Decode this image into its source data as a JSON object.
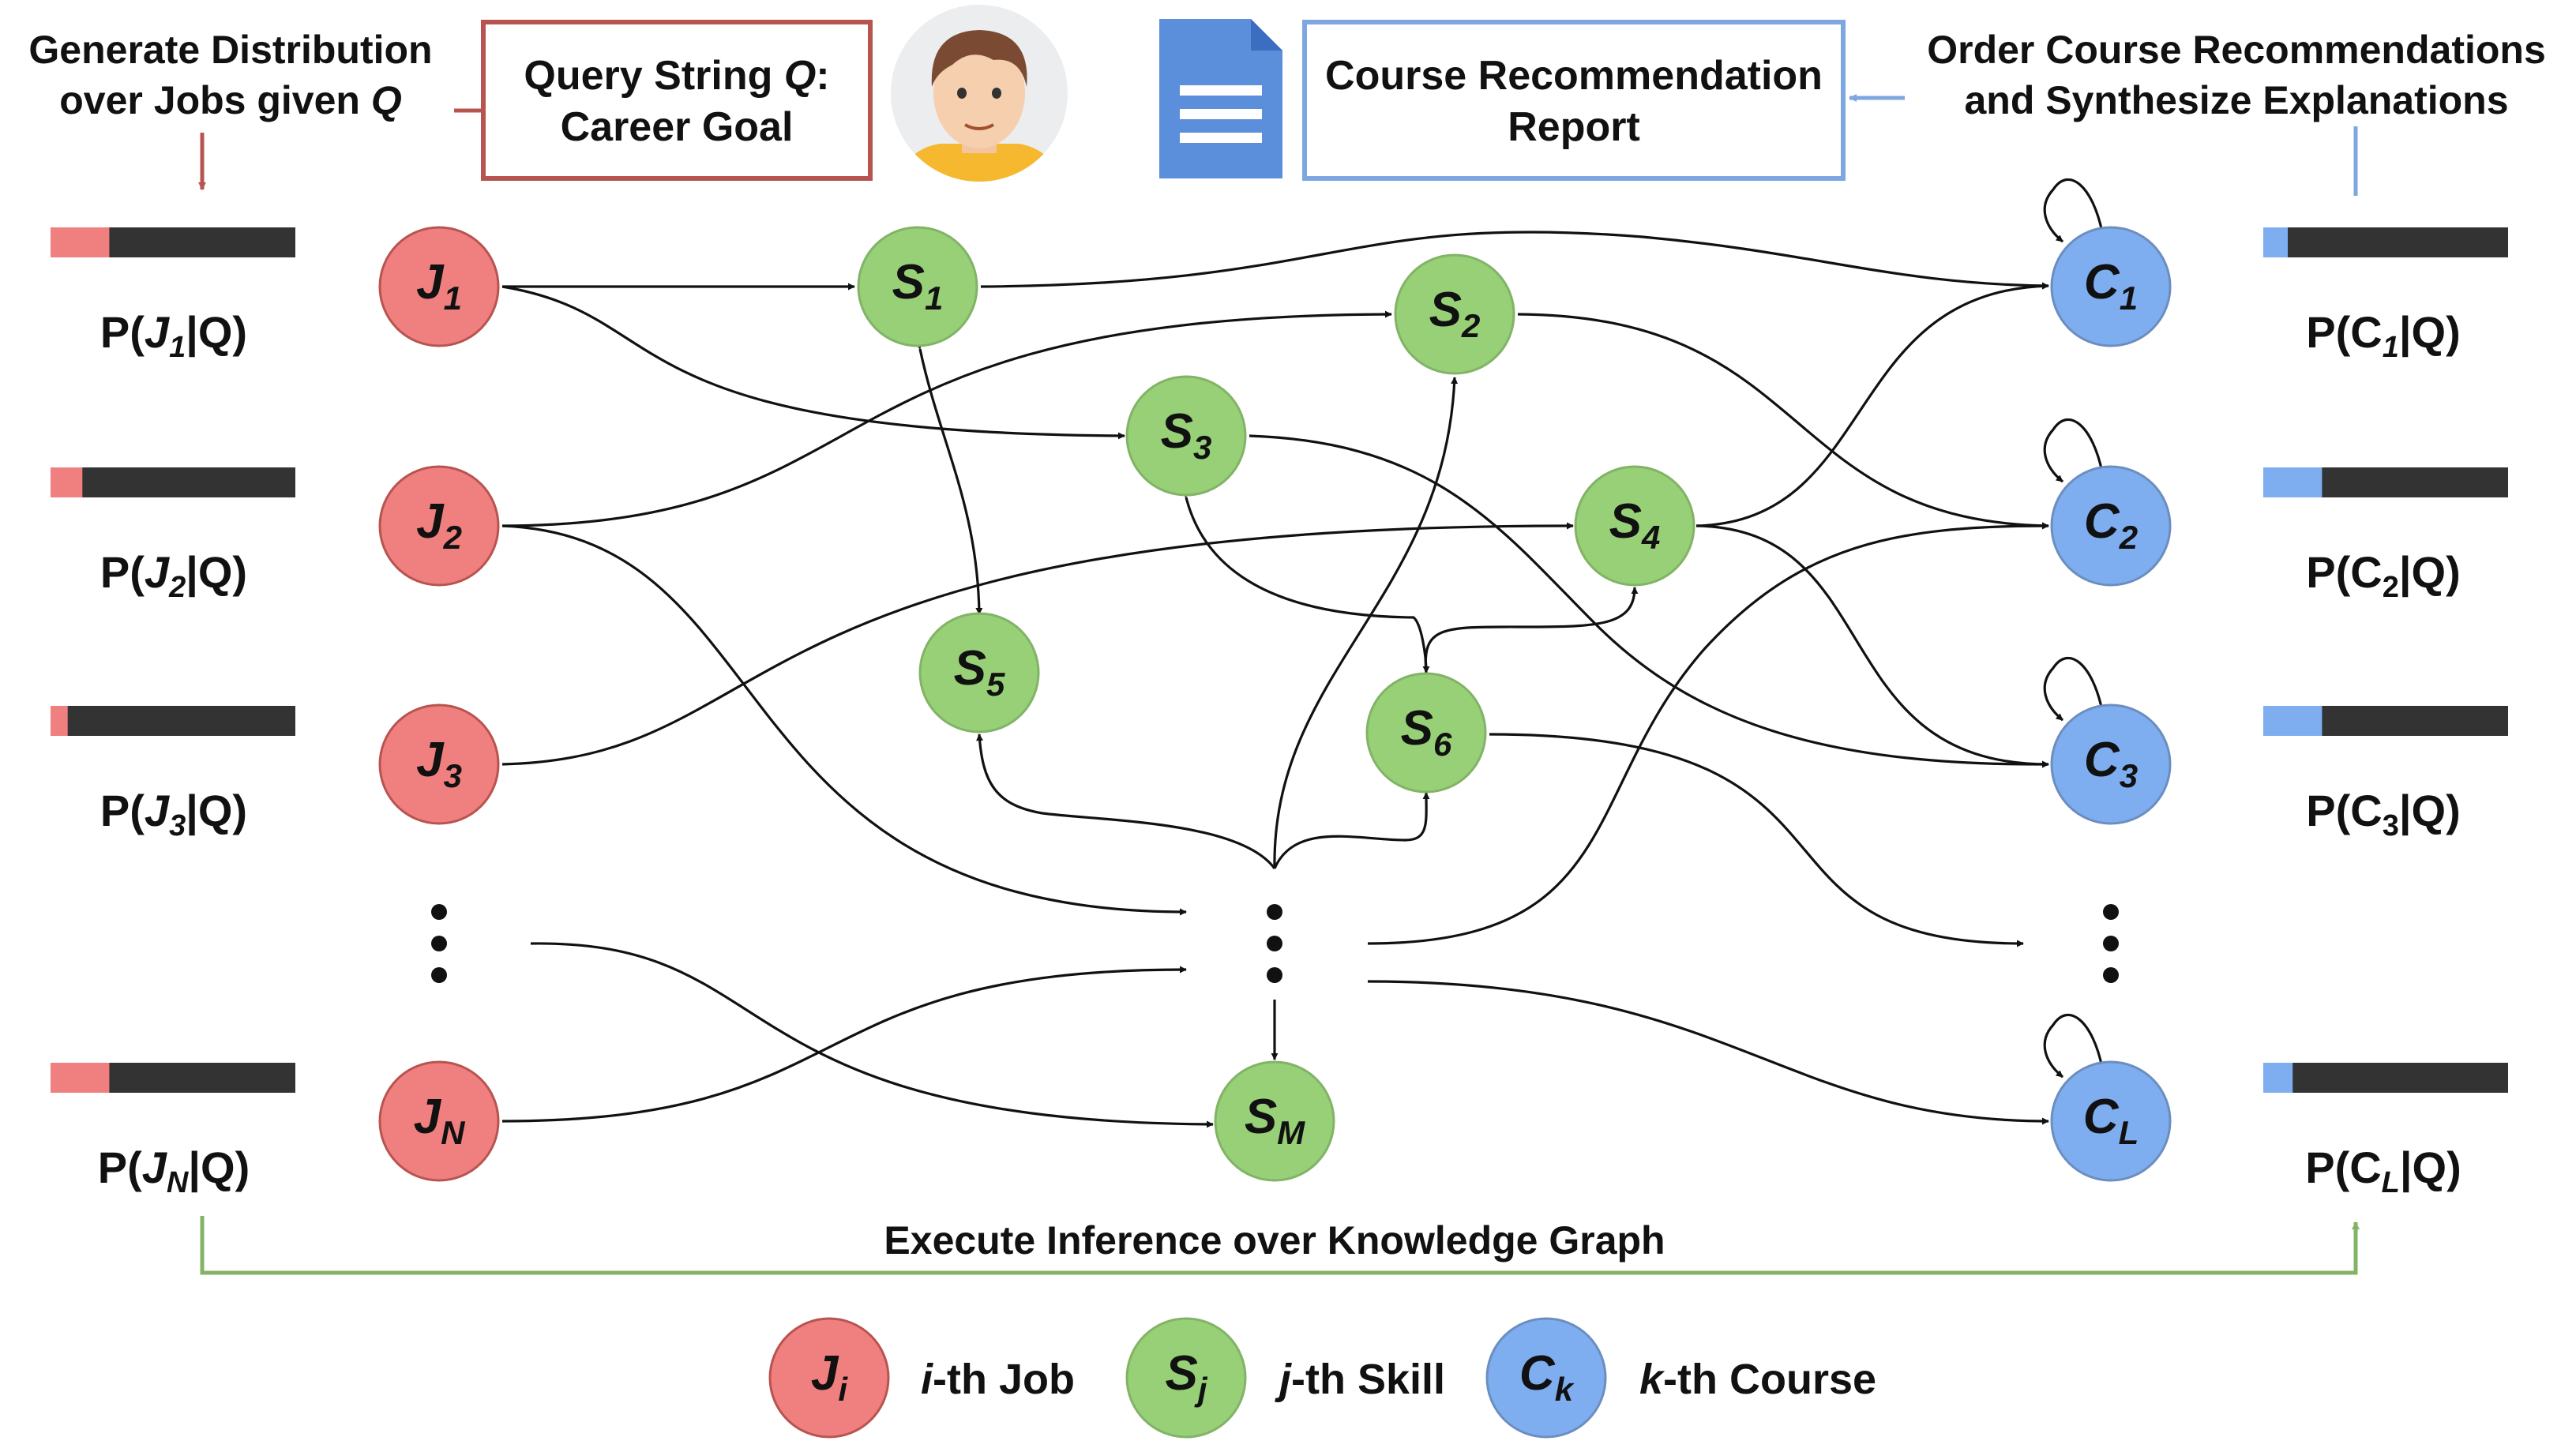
{
  "colors": {
    "job": "#f08080",
    "job_stroke": "#b85450",
    "skill": "#97d077",
    "skill_stroke": "#82b366",
    "course": "#7eaef0",
    "course_stroke": "#6c8ebf",
    "query_box": "#b85450",
    "report_box": "#7ea6e0",
    "bar_dark": "#333333",
    "exec_arrow": "#82b366"
  },
  "header": {
    "generate_line1": "Generate Distribution",
    "generate_line2": "over Jobs given ",
    "generate_q": "Q",
    "query_line1": "Query String ",
    "query_q": "Q",
    "query_colon": ":",
    "query_line2": "Career Goal",
    "report_line1": "Course Recommendation",
    "report_line2": "Report",
    "order_line1": "Order Course Recommendations",
    "order_line2": "and Synthesize Explanations"
  },
  "icons": {
    "user": "user-avatar-icon",
    "document": "document-icon"
  },
  "jobs": [
    {
      "letter": "J",
      "sub": "1",
      "fill_fraction": 0.24,
      "prob_pre": "P(",
      "prob_var": "J",
      "prob_sub": "1",
      "prob_post": "|Q)"
    },
    {
      "letter": "J",
      "sub": "2",
      "fill_fraction": 0.13,
      "prob_pre": "P(",
      "prob_var": "J",
      "prob_sub": "2",
      "prob_post": "|Q)"
    },
    {
      "letter": "J",
      "sub": "3",
      "fill_fraction": 0.07,
      "prob_pre": "P(",
      "prob_var": "J",
      "prob_sub": "3",
      "prob_post": "|Q)"
    },
    {
      "letter": "J",
      "sub": "N",
      "fill_fraction": 0.24,
      "prob_pre": "P(",
      "prob_var": "J",
      "prob_sub": "N",
      "prob_post": "|Q)"
    }
  ],
  "skills": [
    {
      "letter": "S",
      "sub": "1"
    },
    {
      "letter": "S",
      "sub": "2"
    },
    {
      "letter": "S",
      "sub": "3"
    },
    {
      "letter": "S",
      "sub": "4"
    },
    {
      "letter": "S",
      "sub": "5"
    },
    {
      "letter": "S",
      "sub": "6"
    },
    {
      "letter": "S",
      "sub": "M"
    }
  ],
  "courses": [
    {
      "letter": "C",
      "sub": "1",
      "fill_fraction": 0.1,
      "prob_pre": "P(C",
      "prob_sub": "1",
      "prob_post": "|Q)"
    },
    {
      "letter": "C",
      "sub": "2",
      "fill_fraction": 0.24,
      "prob_pre": "P(C",
      "prob_sub": "2",
      "prob_post": "|Q)"
    },
    {
      "letter": "C",
      "sub": "3",
      "fill_fraction": 0.24,
      "prob_pre": "P(C",
      "prob_sub": "3",
      "prob_post": "|Q)"
    },
    {
      "letter": "C",
      "sub": "L",
      "fill_fraction": 0.12,
      "prob_pre": "P(C",
      "prob_sub": "L",
      "prob_post": "|Q)"
    }
  ],
  "execute_label": "Execute Inference over Knowledge Graph",
  "legend": [
    {
      "letter": "J",
      "sub": "i",
      "var": "i",
      "text": "-th Job"
    },
    {
      "letter": "S",
      "sub": "j",
      "var": "j",
      "text": "-th Skill"
    },
    {
      "letter": "C",
      "sub": "k",
      "var": "k",
      "text": "-th Course"
    }
  ]
}
